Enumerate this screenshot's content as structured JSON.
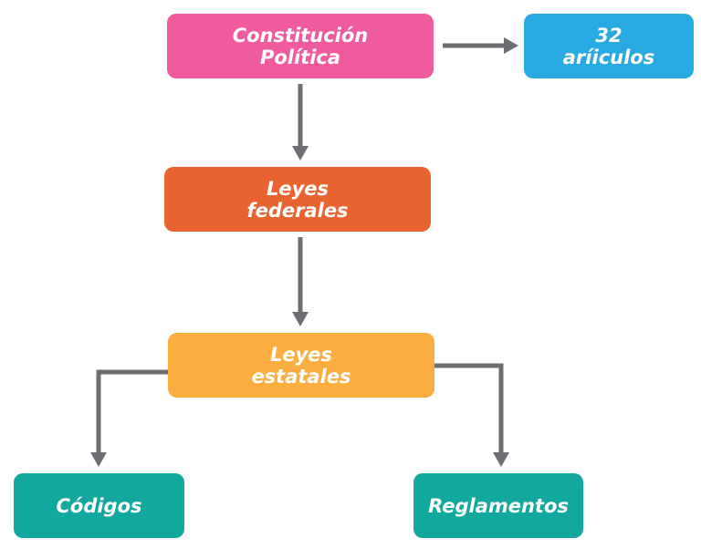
{
  "nodes": {
    "constitucion": {
      "lines": [
        "Constitución",
        "Política"
      ]
    },
    "articulos": {
      "lines": [
        "32",
        "aríiculos"
      ]
    },
    "federales": {
      "lines": [
        "Leyes",
        "federales"
      ]
    },
    "estatales": {
      "lines": [
        "Leyes",
        "estatales"
      ]
    },
    "codigos": {
      "lines": [
        "Códigos"
      ]
    },
    "reglamentos": {
      "lines": [
        "Reglamentos"
      ]
    }
  },
  "colors": {
    "connector": "#6d6e71",
    "constitucion": "#ef5b9c",
    "articulos": "#29a9e1",
    "federales": "#e96331",
    "estatales": "#fbad40",
    "codigos": "#13a89e",
    "reglamentos": "#13a89e"
  }
}
